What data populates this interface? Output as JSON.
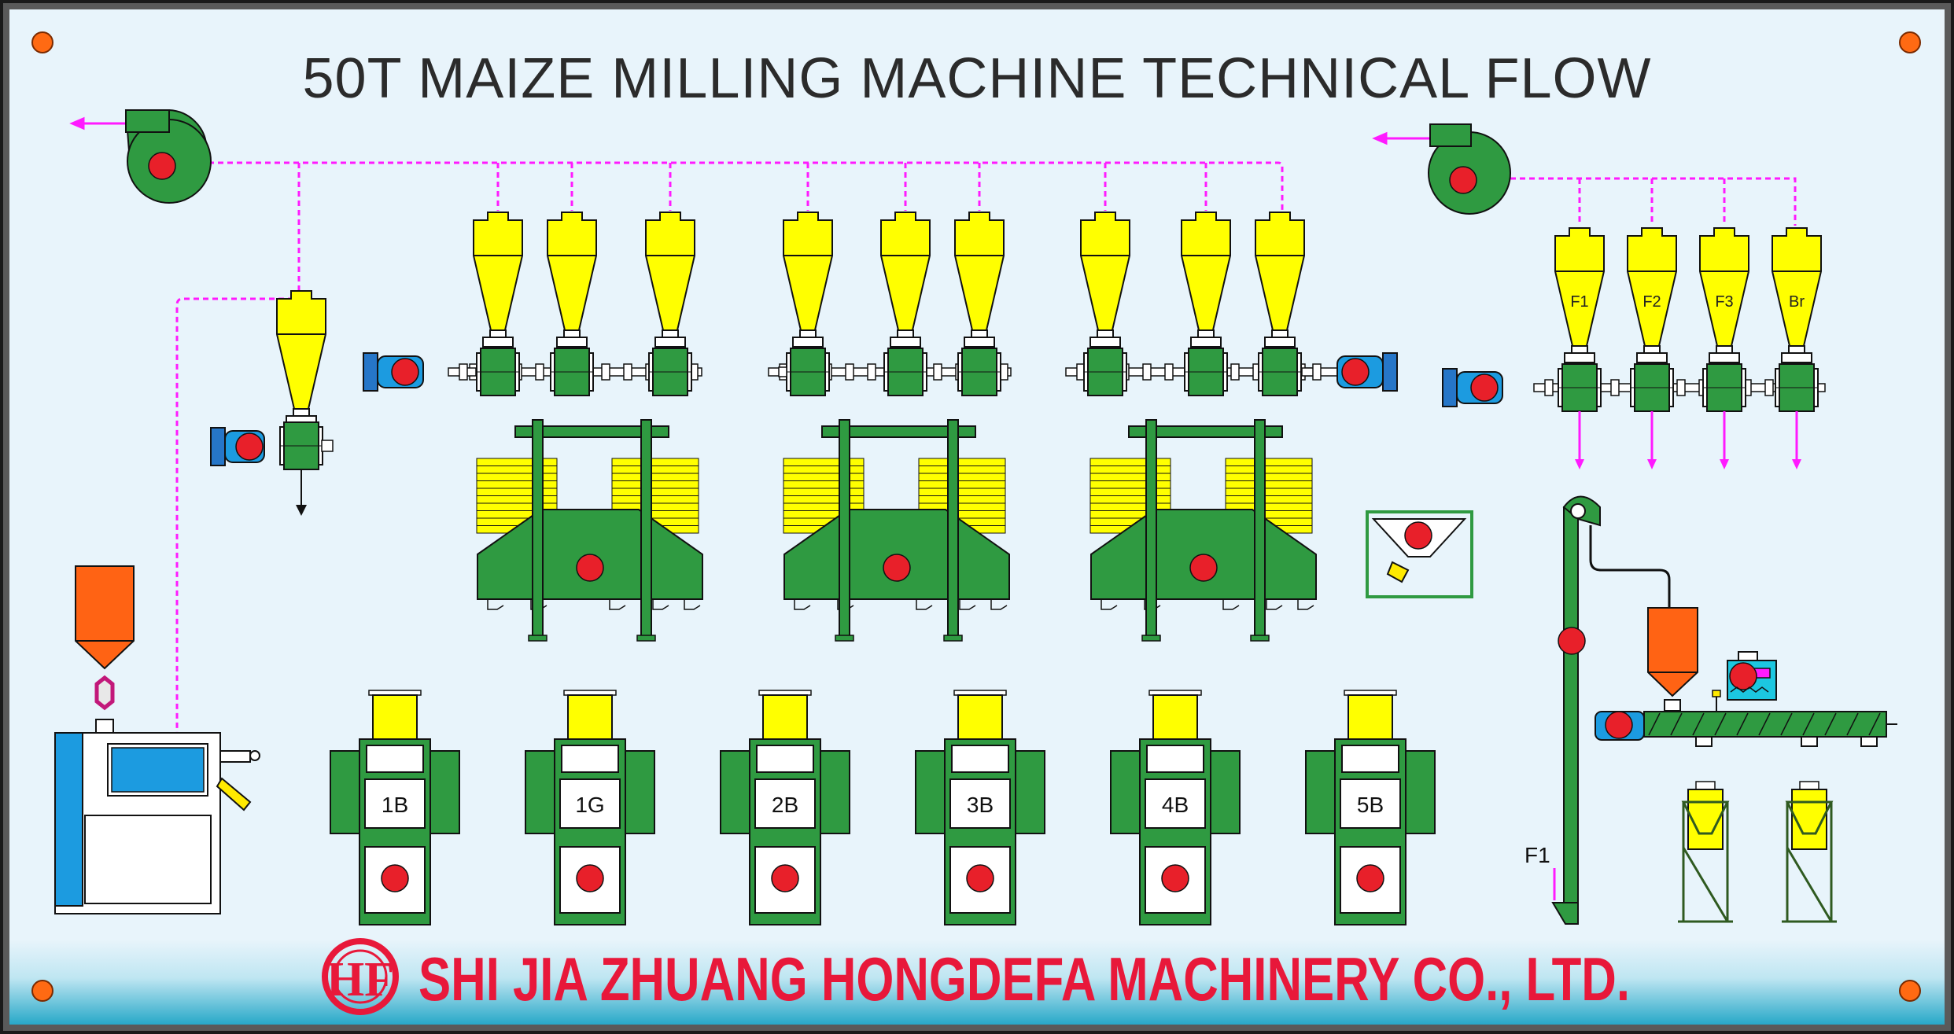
{
  "title": "50T MAIZE MILLING MACHINE TECHNICAL FLOW",
  "company": "SHI JIA ZHUANG HONGDEFA MACHINERY CO., LTD.",
  "logo_text": "HF",
  "mills": [
    "1B",
    "1G",
    "2B",
    "3B",
    "4B",
    "5B"
  ],
  "collector_labels": [
    "F1",
    "F2",
    "F3",
    "Br"
  ],
  "outlet_label": "F1",
  "colors": {
    "background": "#e8f4fb",
    "machine_green": "#2f9a41",
    "cyclone_yellow": "#ffff00",
    "motor_red": "#e8202a",
    "motor_blue": "#1c9be0",
    "air_pipe_magenta": "#ff1aff",
    "hopper_orange": "#ff6314",
    "company_red": "#e8183a"
  }
}
